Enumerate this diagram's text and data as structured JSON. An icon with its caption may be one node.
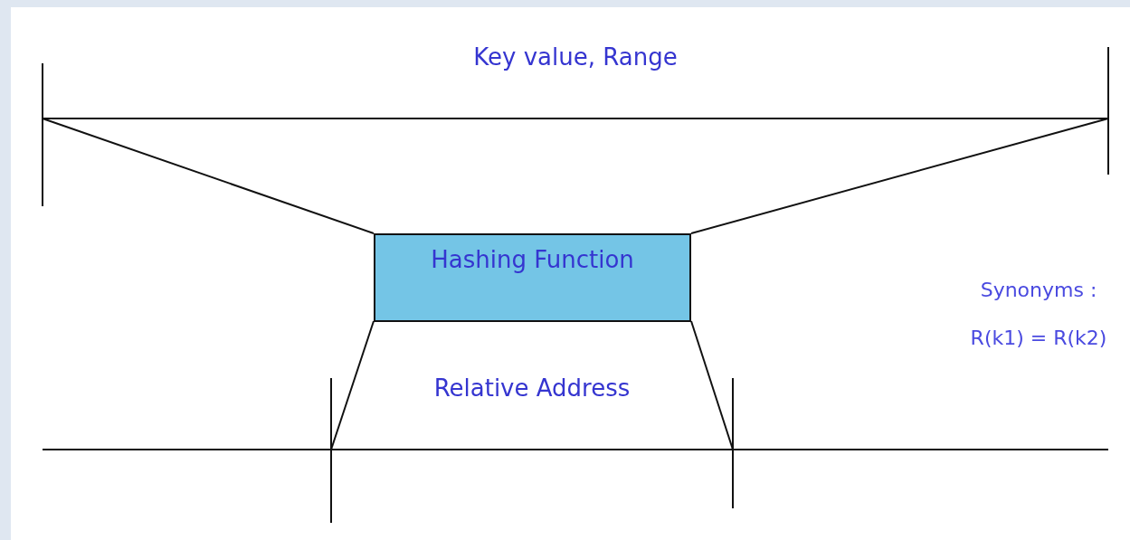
{
  "diagram": {
    "nodes": [
      {
        "text": [
          "Key value, Range"
        ]
      },
      {
        "text": [
          "Hashing Function"
        ]
      },
      {
        "text": [
          "Relative Address"
        ]
      }
    ],
    "edges": [
      {
        "from": 0,
        "to": 1,
        "arrow": "none"
      },
      {
        "from": 0,
        "to": 1,
        "arrow": "none"
      },
      {
        "from": 1,
        "to": 2,
        "arrow": "none"
      },
      {
        "from": 1,
        "to": 2,
        "arrow": "none"
      }
    ],
    "labels": [
      "Synonyms :",
      "R(k1) = R(k2)"
    ]
  }
}
